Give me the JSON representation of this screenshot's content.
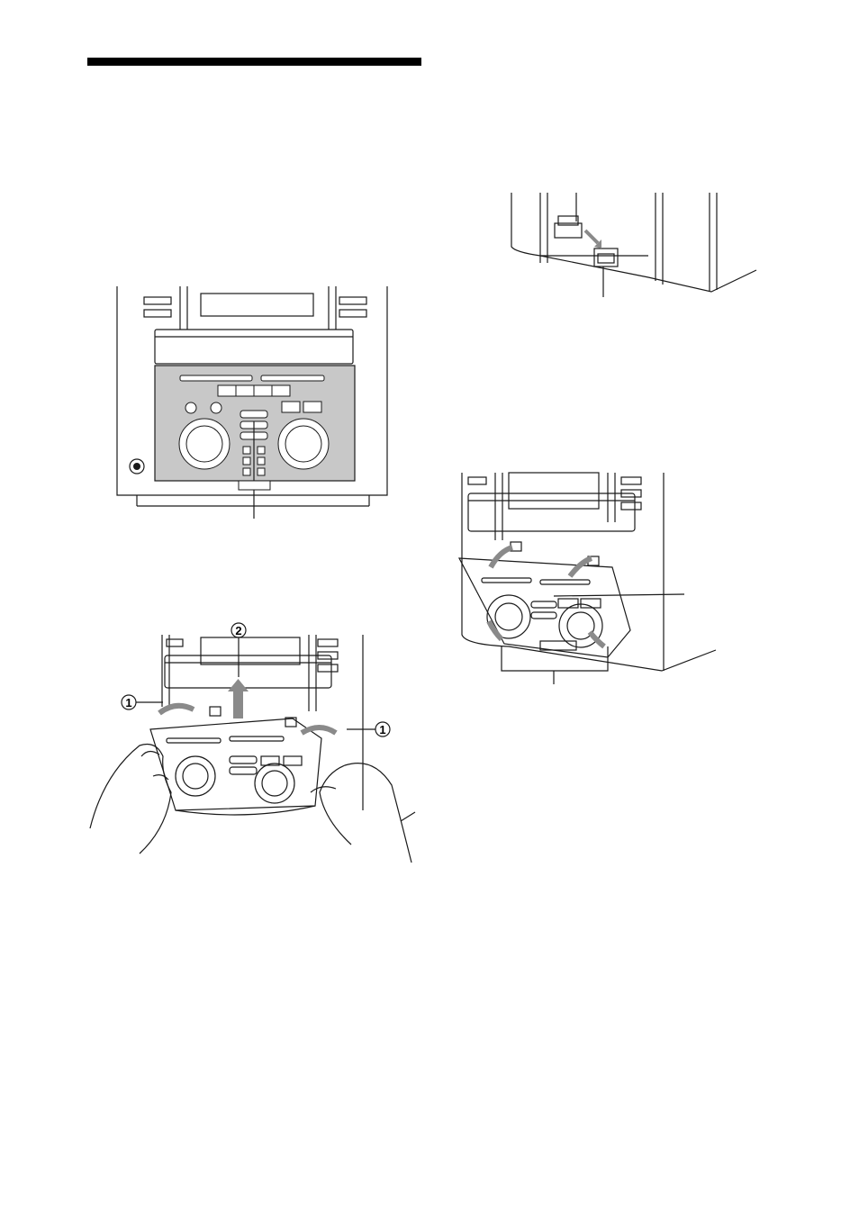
{
  "callouts": {
    "step1": "1",
    "step2": "2"
  },
  "colors": {
    "ink": "#1a1a1a",
    "panel_gray": "#c8c8c8",
    "arrow_gray": "#8a8a8a"
  },
  "figures": [
    "front-panel-overview",
    "connector-detail",
    "panel-removal-with-hands",
    "panel-reattach"
  ]
}
